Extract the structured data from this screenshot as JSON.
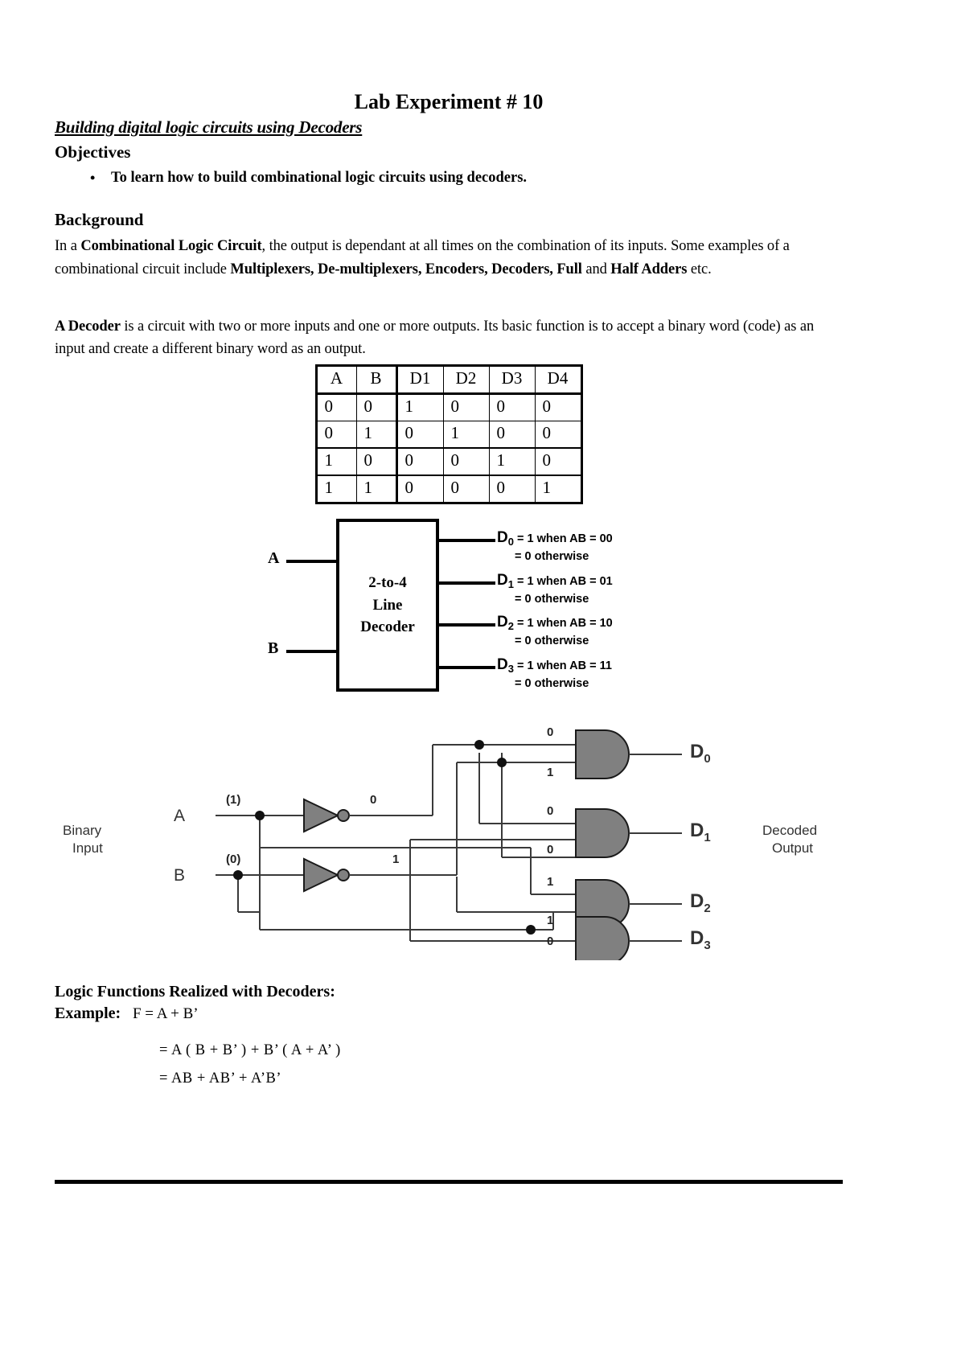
{
  "document": {
    "title": "Lab Experiment # 10",
    "subtitle": "Building digital logic circuits using Decoders",
    "objectives_heading": "Objectives",
    "objective_bullet_glyph": "•",
    "objective_item": "To learn how to build combinational logic circuits using decoders.",
    "background_heading": "Background",
    "background_p1_a": "In a ",
    "background_p1_b": "Combinational Logic Circuit",
    "background_p1_c": ", the output is dependant at all times on the combination of its inputs. Some examples of a combinational circuit include ",
    "background_p1_d": "Multiplexers, De-multiplexers, Encoders, Decoders, Full",
    "background_p1_e": " and ",
    "background_p1_f": "Half Adders",
    "background_p1_g": " etc.",
    "decoder_p_a": "A Decoder",
    "decoder_p_b": " is a circuit with two or more inputs and one or more outputs. Its basic function is to accept a binary word (code) as an input and create a different binary word as an output."
  },
  "truth_table": {
    "headers": [
      "A",
      "B",
      "D1",
      "D2",
      "D3",
      "D4"
    ],
    "rows": [
      [
        "0",
        "0",
        "1",
        "0",
        "0",
        "0"
      ],
      [
        "0",
        "1",
        "0",
        "1",
        "0",
        "0"
      ],
      [
        "1",
        "0",
        "0",
        "0",
        "1",
        "0"
      ],
      [
        "1",
        "1",
        "0",
        "0",
        "0",
        "1"
      ]
    ]
  },
  "block_diagram": {
    "box_line1": "2-to-4",
    "box_line2": "Line",
    "box_line3": "Decoder",
    "input_a": "A",
    "input_b": "B",
    "outputs": [
      {
        "name": "D",
        "sub": "0",
        "line1": "= 1  when AB = 00",
        "line2": "= 0  otherwise"
      },
      {
        "name": "D",
        "sub": "1",
        "line1": "= 1  when AB = 01",
        "line2": "= 0  otherwise"
      },
      {
        "name": "D",
        "sub": "2",
        "line1": "= 1  when AB = 10",
        "line2": "= 0  otherwise"
      },
      {
        "name": "D",
        "sub": "3",
        "line1": "= 1  when AB = 11",
        "line2": "= 0  otherwise"
      }
    ]
  },
  "gate_circuit": {
    "binary_input_l1": "Binary",
    "binary_input_l2": "Input",
    "decoded_output_l1": "Decoded",
    "decoded_output_l2": "Output",
    "input_a": "A",
    "input_b": "B",
    "a_value": "(1)",
    "b_value": "(0)",
    "not_a_value": "0",
    "not_b_value": "1",
    "gate_input_bits": {
      "d0_top": "0",
      "d0_bottom": "1",
      "d1_top": "0",
      "d1_bottom": "0",
      "d2_top": "1",
      "d2_bottom": "1",
      "d3_top": "1",
      "d3_bottom": "0"
    },
    "outputs": [
      {
        "name": "D",
        "sub": "0"
      },
      {
        "name": "D",
        "sub": "1"
      },
      {
        "name": "D",
        "sub": "2"
      },
      {
        "name": "D",
        "sub": "3"
      }
    ],
    "gate_fill": "#808080"
  },
  "logic_functions": {
    "heading": "Logic Functions Realized with Decoders:",
    "example_label": "Example:",
    "example_expr": "F = A + B’",
    "equations": [
      "= A ( B + B’ ) + B’ ( A + A’ )",
      "= AB + AB’ + A’B’"
    ]
  }
}
